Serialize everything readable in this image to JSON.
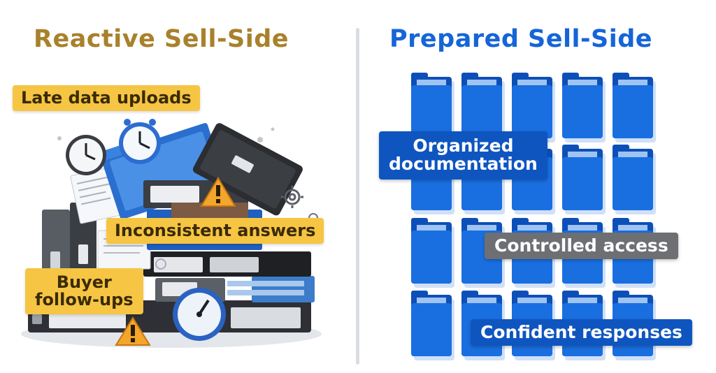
{
  "left_panel": {
    "title": "Reactive Sell-Side",
    "title_color": "#a8812b",
    "labels": {
      "late": "Late data uploads",
      "inconsistent": "Inconsistent answers",
      "buyer_line1": "Buyer",
      "buyer_line2": "follow-ups"
    }
  },
  "right_panel": {
    "title": "Prepared Sell-Side",
    "title_color": "#1565d8",
    "labels": {
      "organized_line1": "Organized",
      "organized_line2": "documentation",
      "controlled": "Controlled access",
      "confident": "Confident responses"
    }
  },
  "colors": {
    "folder_blue": "#1a6fe0",
    "label_yellow": "#f6c543",
    "label_blue": "#0f55c0",
    "label_gray": "#6d6f73"
  },
  "icons": [
    "clock-icon",
    "warning-icon",
    "gear-icon",
    "folder-icon",
    "binder-icon",
    "gauge-icon"
  ]
}
